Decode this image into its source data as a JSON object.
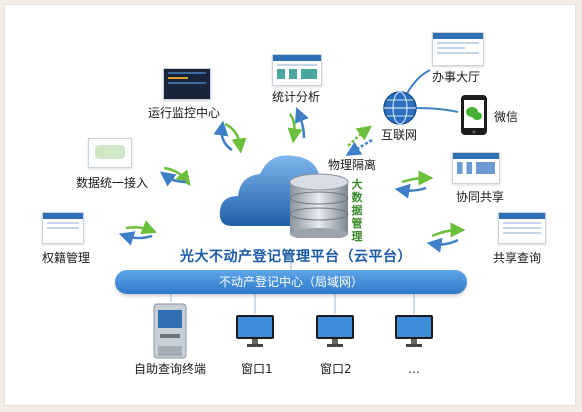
{
  "platform": {
    "title": "光大不动产登记管理平台（云平台）",
    "big_data": "大数据管理"
  },
  "center_bar": "不动产登记中心（局域网）",
  "modules": {
    "monitor": "运行监控中心",
    "stats": "统计分析",
    "data_access": "数据统一接入",
    "ownership": "权籍管理",
    "isolation": "物理隔离",
    "internet": "互联网",
    "service_hall": "办事大厅",
    "wechat": "微信",
    "collab": "协同共享",
    "query": "共享查询"
  },
  "terminals": {
    "kiosk": "自助查询终端",
    "window1": "窗口1",
    "window2": "窗口2",
    "more": "…"
  },
  "colors": {
    "accent_blue": "#1c5aa5",
    "bar_blue": "#2e78c9",
    "arrow_green": "#6cbf3a",
    "bigdata_green": "#3a8a2a"
  }
}
